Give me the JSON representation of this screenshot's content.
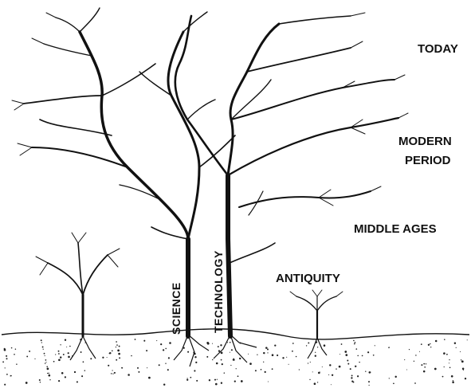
{
  "labels": {
    "today": "TODAY",
    "modern_line1": "MODERN",
    "modern_line2": "PERIOD",
    "middle_ages": "MIDDLE AGES",
    "antiquity": "ANTIQUITY",
    "science": "SCIENCE",
    "technology": "TECHNOLOGY"
  },
  "colors": {
    "ink": "#111111",
    "background": "#ffffff"
  }
}
